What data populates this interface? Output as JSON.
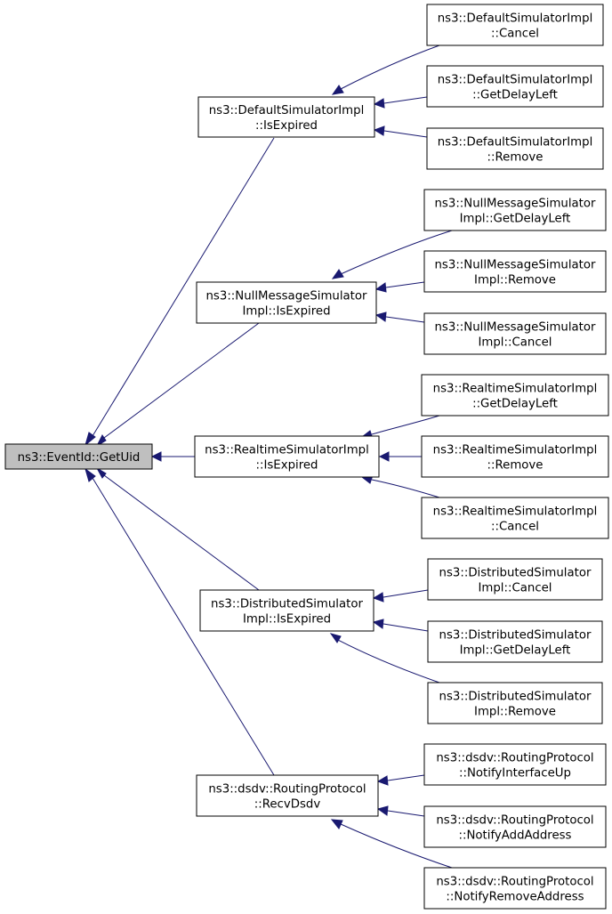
{
  "root": {
    "id": "root",
    "lines": [
      "ns3::EventId::GetUid"
    ]
  },
  "nodes": [
    {
      "id": "d_exp",
      "lines": [
        "ns3::DefaultSimulatorImpl",
        "::IsExpired"
      ]
    },
    {
      "id": "d_can",
      "lines": [
        "ns3::DefaultSimulatorImpl",
        "::Cancel"
      ]
    },
    {
      "id": "d_gdl",
      "lines": [
        "ns3::DefaultSimulatorImpl",
        "::GetDelayLeft"
      ]
    },
    {
      "id": "d_rem",
      "lines": [
        "ns3::DefaultSimulatorImpl",
        "::Remove"
      ]
    },
    {
      "id": "n_exp",
      "lines": [
        "ns3::NullMessageSimulator",
        "Impl::IsExpired"
      ]
    },
    {
      "id": "n_gdl",
      "lines": [
        "ns3::NullMessageSimulator",
        "Impl::GetDelayLeft"
      ]
    },
    {
      "id": "n_rem",
      "lines": [
        "ns3::NullMessageSimulator",
        "Impl::Remove"
      ]
    },
    {
      "id": "n_can",
      "lines": [
        "ns3::NullMessageSimulator",
        "Impl::Cancel"
      ]
    },
    {
      "id": "r_exp",
      "lines": [
        "ns3::RealtimeSimulatorImpl",
        "::IsExpired"
      ]
    },
    {
      "id": "r_gdl",
      "lines": [
        "ns3::RealtimeSimulatorImpl",
        "::GetDelayLeft"
      ]
    },
    {
      "id": "r_rem",
      "lines": [
        "ns3::RealtimeSimulatorImpl",
        "::Remove"
      ]
    },
    {
      "id": "r_can",
      "lines": [
        "ns3::RealtimeSimulatorImpl",
        "::Cancel"
      ]
    },
    {
      "id": "ds_exp",
      "lines": [
        "ns3::DistributedSimulator",
        "Impl::IsExpired"
      ]
    },
    {
      "id": "ds_can",
      "lines": [
        "ns3::DistributedSimulator",
        "Impl::Cancel"
      ]
    },
    {
      "id": "ds_gdl",
      "lines": [
        "ns3::DistributedSimulator",
        "Impl::GetDelayLeft"
      ]
    },
    {
      "id": "ds_rem",
      "lines": [
        "ns3::DistributedSimulator",
        "Impl::Remove"
      ]
    },
    {
      "id": "rp_recv",
      "lines": [
        "ns3::dsdv::RoutingProtocol",
        "::RecvDsdv"
      ]
    },
    {
      "id": "rp_niu",
      "lines": [
        "ns3::dsdv::RoutingProtocol",
        "::NotifyInterfaceUp"
      ]
    },
    {
      "id": "rp_naa",
      "lines": [
        "ns3::dsdv::RoutingProtocol",
        "::NotifyAddAddress"
      ]
    },
    {
      "id": "rp_nra",
      "lines": [
        "ns3::dsdv::RoutingProtocol",
        "::NotifyRemoveAddress"
      ]
    }
  ],
  "edges": [
    {
      "from": "d_exp",
      "to": "root"
    },
    {
      "from": "n_exp",
      "to": "root"
    },
    {
      "from": "r_exp",
      "to": "root"
    },
    {
      "from": "ds_exp",
      "to": "root"
    },
    {
      "from": "rp_recv",
      "to": "root"
    },
    {
      "from": "d_can",
      "to": "d_exp"
    },
    {
      "from": "d_gdl",
      "to": "d_exp"
    },
    {
      "from": "d_rem",
      "to": "d_exp"
    },
    {
      "from": "n_gdl",
      "to": "n_exp"
    },
    {
      "from": "n_rem",
      "to": "n_exp"
    },
    {
      "from": "n_can",
      "to": "n_exp"
    },
    {
      "from": "r_gdl",
      "to": "r_exp"
    },
    {
      "from": "r_rem",
      "to": "r_exp"
    },
    {
      "from": "r_can",
      "to": "r_exp"
    },
    {
      "from": "ds_can",
      "to": "ds_exp"
    },
    {
      "from": "ds_gdl",
      "to": "ds_exp"
    },
    {
      "from": "ds_rem",
      "to": "ds_exp"
    },
    {
      "from": "rp_niu",
      "to": "rp_recv"
    },
    {
      "from": "rp_naa",
      "to": "rp_recv"
    },
    {
      "from": "rp_nra",
      "to": "rp_recv"
    }
  ],
  "colors": {
    "edge": "#191970",
    "root_fill": "#bfbfbf",
    "node_fill": "#ffffff",
    "border": "#000000"
  }
}
